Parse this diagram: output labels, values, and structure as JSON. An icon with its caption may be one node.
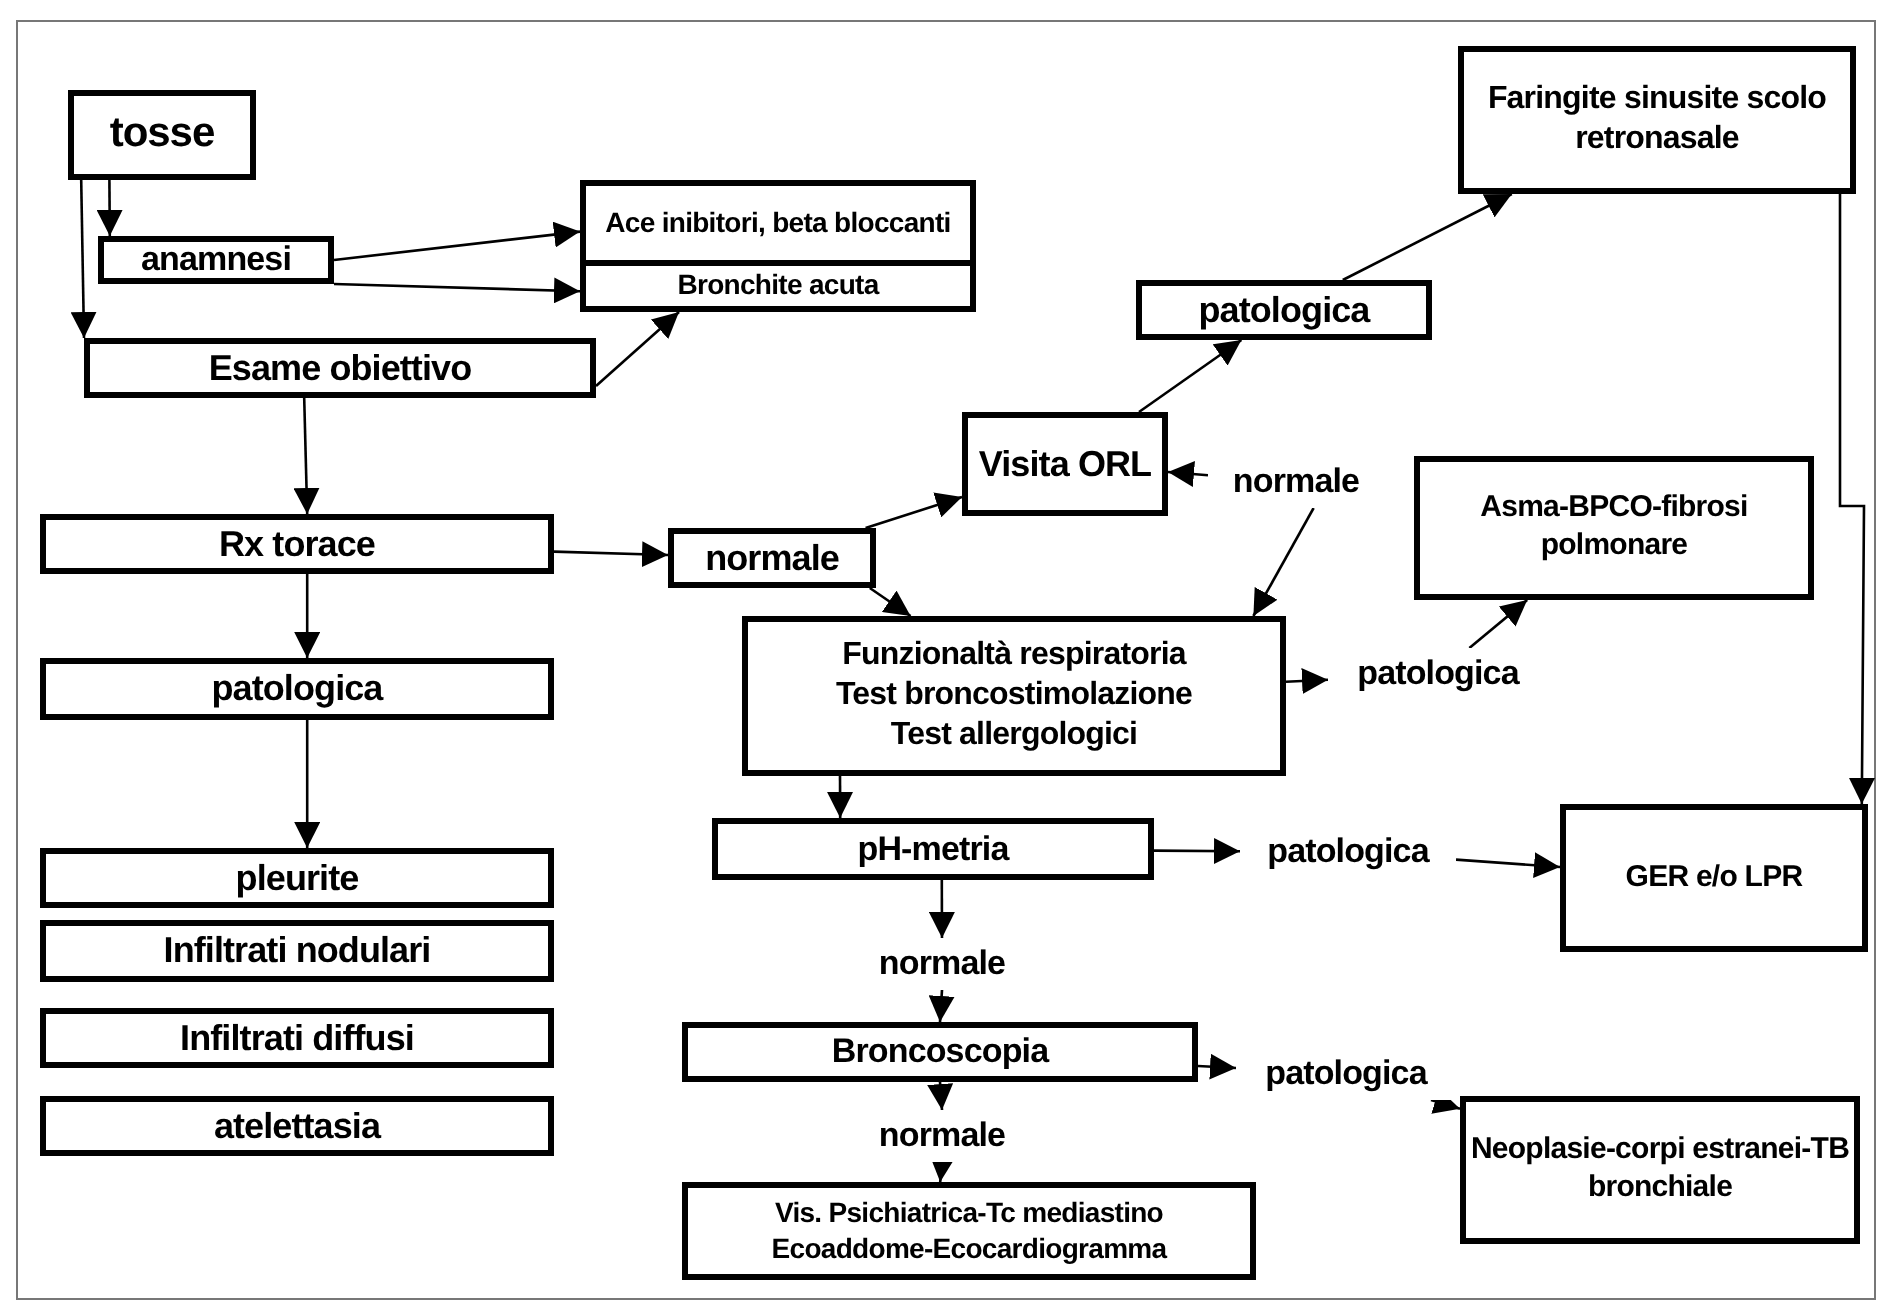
{
  "diagram": {
    "nodes": [
      {
        "text": [
          "tosse"
        ]
      },
      {
        "text": [
          "anamnesi"
        ]
      },
      {
        "text": [
          "Ace inibitori, beta bloccanti"
        ]
      },
      {
        "text": [
          "Bronchite acuta"
        ]
      },
      {
        "text": [
          "Esame obiettivo"
        ]
      },
      {
        "text": [
          "Rx torace"
        ]
      },
      {
        "text": [
          "normale"
        ]
      },
      {
        "text": [
          "Visita ORL"
        ]
      },
      {
        "text": [
          "patologica"
        ]
      },
      {
        "text": [
          "Faringite sinusite scolo retronasale"
        ]
      },
      {
        "text": [
          "normale"
        ]
      },
      {
        "text": [
          "Asma-BPCO-fibrosi polmonare"
        ]
      },
      {
        "text": [
          "Funzionaltà respiratoria",
          "Test broncostimolazione",
          "Test allergologici"
        ]
      },
      {
        "text": [
          "patologica"
        ]
      },
      {
        "text": [
          "patologica"
        ]
      },
      {
        "text": [
          "pleurite"
        ]
      },
      {
        "text": [
          "Infiltrati nodulari"
        ]
      },
      {
        "text": [
          "Infiltrati diffusi"
        ]
      },
      {
        "text": [
          "atelettasia"
        ]
      },
      {
        "text": [
          "pH-metria"
        ]
      },
      {
        "text": [
          "patologica"
        ]
      },
      {
        "text": [
          "GER e/o LPR"
        ]
      },
      {
        "text": [
          "normale"
        ]
      },
      {
        "text": [
          "Broncoscopia"
        ]
      },
      {
        "text": [
          "patologica"
        ]
      },
      {
        "text": [
          "normale"
        ]
      },
      {
        "text": [
          "Vis. Psichiatrica-Tc mediastino",
          "Ecoaddome-Ecocardiogramma"
        ]
      },
      {
        "text": [
          "Neoplasie-corpi estranei-TB bronchiale"
        ]
      }
    ],
    "edges": [
      {
        "from": 0,
        "to": 1,
        "arrow": "to"
      },
      {
        "from": 0,
        "to": 4,
        "arrow": "to"
      },
      {
        "from": 1,
        "to": 2,
        "arrow": "to"
      },
      {
        "from": 1,
        "to": 3,
        "arrow": "to"
      },
      {
        "from": 4,
        "to": 3,
        "arrow": "to"
      },
      {
        "from": 4,
        "to": 5,
        "arrow": "to"
      },
      {
        "from": 5,
        "to": 6,
        "arrow": "to"
      },
      {
        "from": 6,
        "to": 7,
        "arrow": "to"
      },
      {
        "from": 6,
        "to": 12,
        "arrow": "to"
      },
      {
        "from": 7,
        "to": 8,
        "arrow": "to"
      },
      {
        "from": 8,
        "to": 9,
        "arrow": "to"
      },
      {
        "from": 10,
        "to": 7,
        "arrow": "to"
      },
      {
        "from": 10,
        "to": 12,
        "arrow": "to"
      },
      {
        "from": 9,
        "to": 21,
        "arrow": "to"
      },
      {
        "from": 12,
        "to": 13,
        "arrow": "to"
      },
      {
        "from": 13,
        "to": 11,
        "arrow": "to"
      },
      {
        "from": 5,
        "to": 14,
        "arrow": "to"
      },
      {
        "from": 14,
        "to": 15,
        "arrow": "to"
      },
      {
        "from": 12,
        "to": 19,
        "arrow": "to"
      },
      {
        "from": 19,
        "to": 20,
        "arrow": "to"
      },
      {
        "from": 20,
        "to": 21,
        "arrow": "to"
      },
      {
        "from": 19,
        "to": 22,
        "arrow": "to"
      },
      {
        "from": 22,
        "to": 23,
        "arrow": "to"
      },
      {
        "from": 23,
        "to": 24,
        "arrow": "to"
      },
      {
        "from": 24,
        "to": 27,
        "arrow": "to"
      },
      {
        "from": 23,
        "to": 25,
        "arrow": "to"
      },
      {
        "from": 25,
        "to": 26,
        "arrow": "to"
      }
    ]
  }
}
